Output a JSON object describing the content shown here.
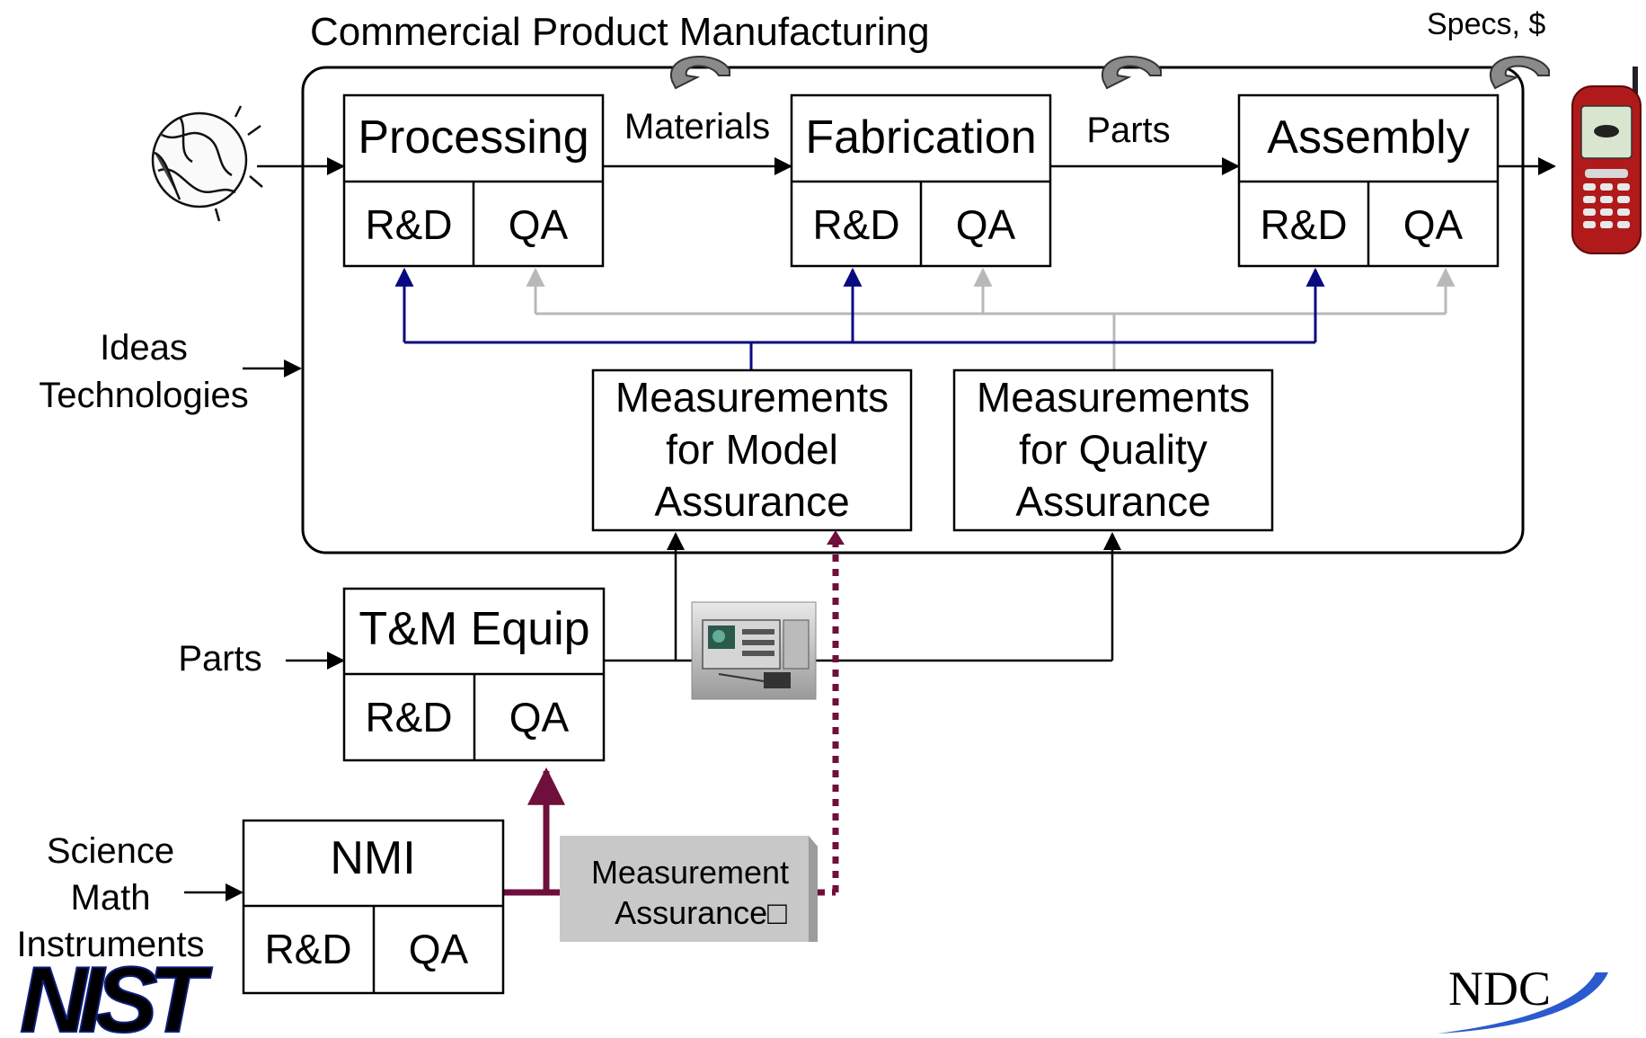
{
  "diagram": {
    "title": "Commercial Product Manufacturing",
    "specs_label": "Specs, $",
    "stages": {
      "processing": {
        "name": "Processing",
        "rd": "R&D",
        "qa": "QA"
      },
      "fabrication": {
        "name": "Fabrication",
        "rd": "R&D",
        "qa": "QA"
      },
      "assembly": {
        "name": "Assembly",
        "rd": "R&D",
        "qa": "QA"
      }
    },
    "flow_labels": {
      "materials": "Materials",
      "parts_top": "Parts"
    },
    "inputs": {
      "ideas": "Ideas",
      "technologies": "Technologies",
      "parts": "Parts",
      "science": "Science",
      "math": "Math",
      "instruments": "Instruments"
    },
    "model_assurance": {
      "line1": "Measurements",
      "line2": "for Model",
      "line3": "Assurance"
    },
    "quality_assurance": {
      "line1": "Measurements",
      "line2": "for Quality",
      "line3": "Assurance"
    },
    "tm_equip": {
      "name": "T&M Equip",
      "rd": "R&D",
      "qa": "QA"
    },
    "nmi": {
      "name": "NMI",
      "rd": "R&D",
      "qa": "QA"
    },
    "measurement_assurance": {
      "line1": "Measurement",
      "line2": "Assurance□"
    },
    "logos": {
      "nist": "NIST",
      "ndc": "NDC"
    },
    "colors": {
      "model_line": "#0a0a80",
      "quality_line": "#b8b8b8",
      "nmi_line": "#6e0f3c",
      "ma_box": "#c8c8c8",
      "phone": "#b01a1a"
    }
  }
}
